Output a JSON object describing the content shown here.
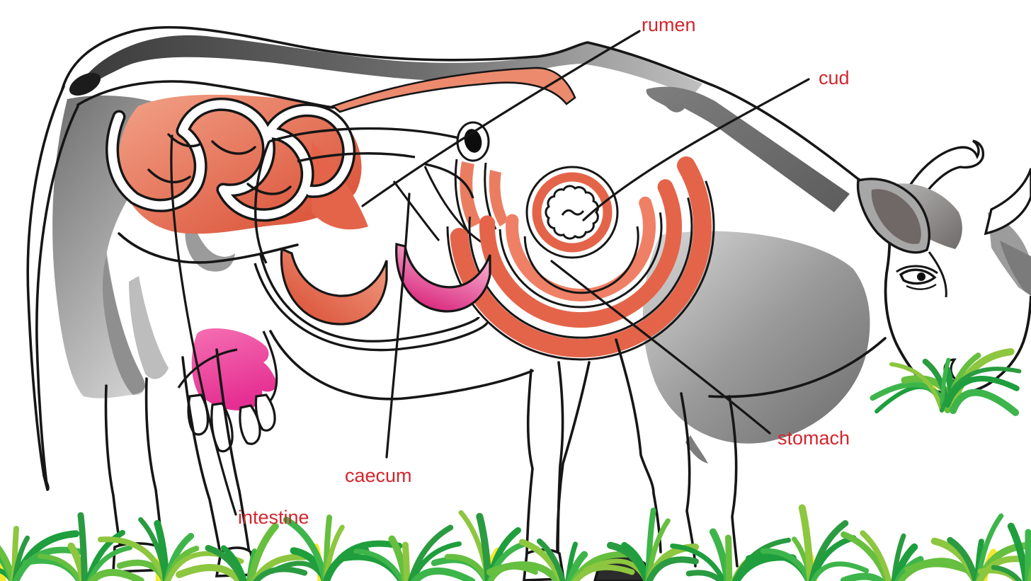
{
  "figure": {
    "type": "anatomical-diagram",
    "subject": "cow digestive system",
    "labels": [
      {
        "id": "rumen",
        "text": "rumen"
      },
      {
        "id": "cud",
        "text": "cud"
      },
      {
        "id": "stomach",
        "text": "stomach"
      },
      {
        "id": "caecum",
        "text": "caecum"
      },
      {
        "id": "intestine",
        "text": "intestine"
      }
    ],
    "label_color": "#d2262e",
    "palette": {
      "outline": "#161616",
      "organ_salmon": "#e4644a",
      "organ_salmon_light": "#f2a288",
      "organ_magenta": "#d81d78",
      "udder_pink": "#ec3f97",
      "cow_gray": "#8a8a8a",
      "grass_green": "#2fa843",
      "grass_yellow": "#f3e92e"
    }
  }
}
